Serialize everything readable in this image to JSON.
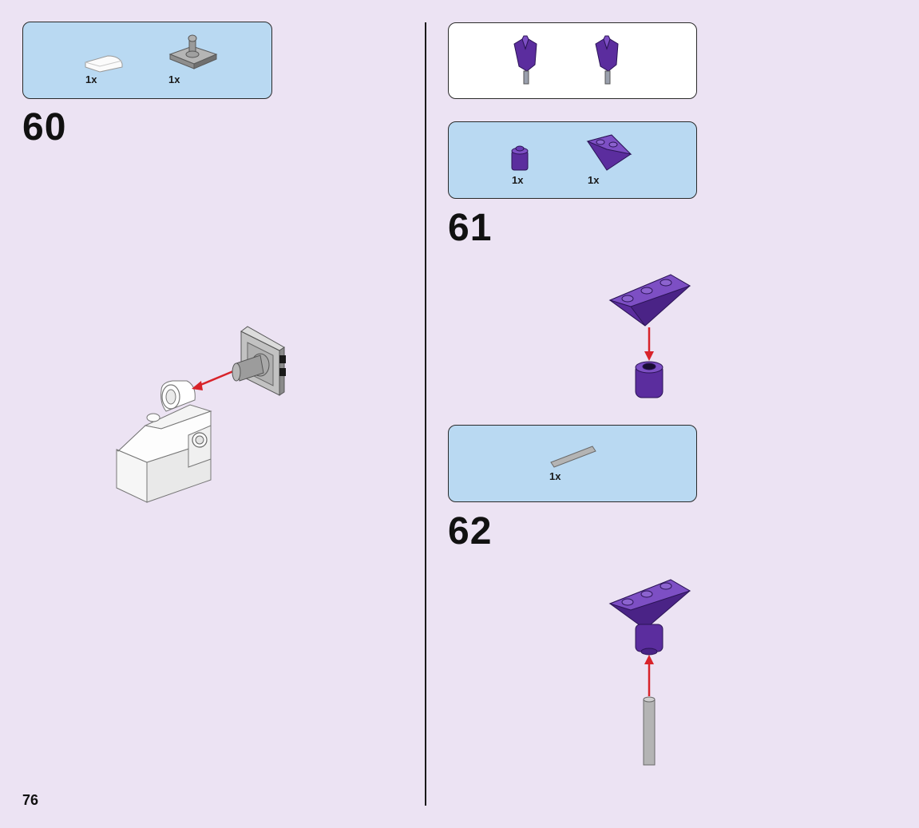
{
  "page": {
    "number": "76"
  },
  "steps": [
    {
      "number": "60",
      "parts": [
        {
          "icon": "white-curved-slope-tile",
          "qty": "1x"
        },
        {
          "icon": "gray-plate-with-joint",
          "qty": "1x"
        }
      ]
    },
    {
      "number": "61",
      "subassembly": [
        "purple-clip-piece",
        "purple-clip-piece"
      ],
      "parts": [
        {
          "icon": "purple-round-brick",
          "qty": "1x"
        },
        {
          "icon": "purple-inverted-slope",
          "qty": "1x"
        }
      ]
    },
    {
      "number": "62",
      "parts": [
        {
          "icon": "gray-bar",
          "qty": "1x"
        }
      ]
    }
  ],
  "colors": {
    "background": "#ece3f3",
    "parts_box": "#b9d9f2",
    "arrow": "#d8232a",
    "purple": "#5b2d9e",
    "gray": "#a9a9a9"
  }
}
